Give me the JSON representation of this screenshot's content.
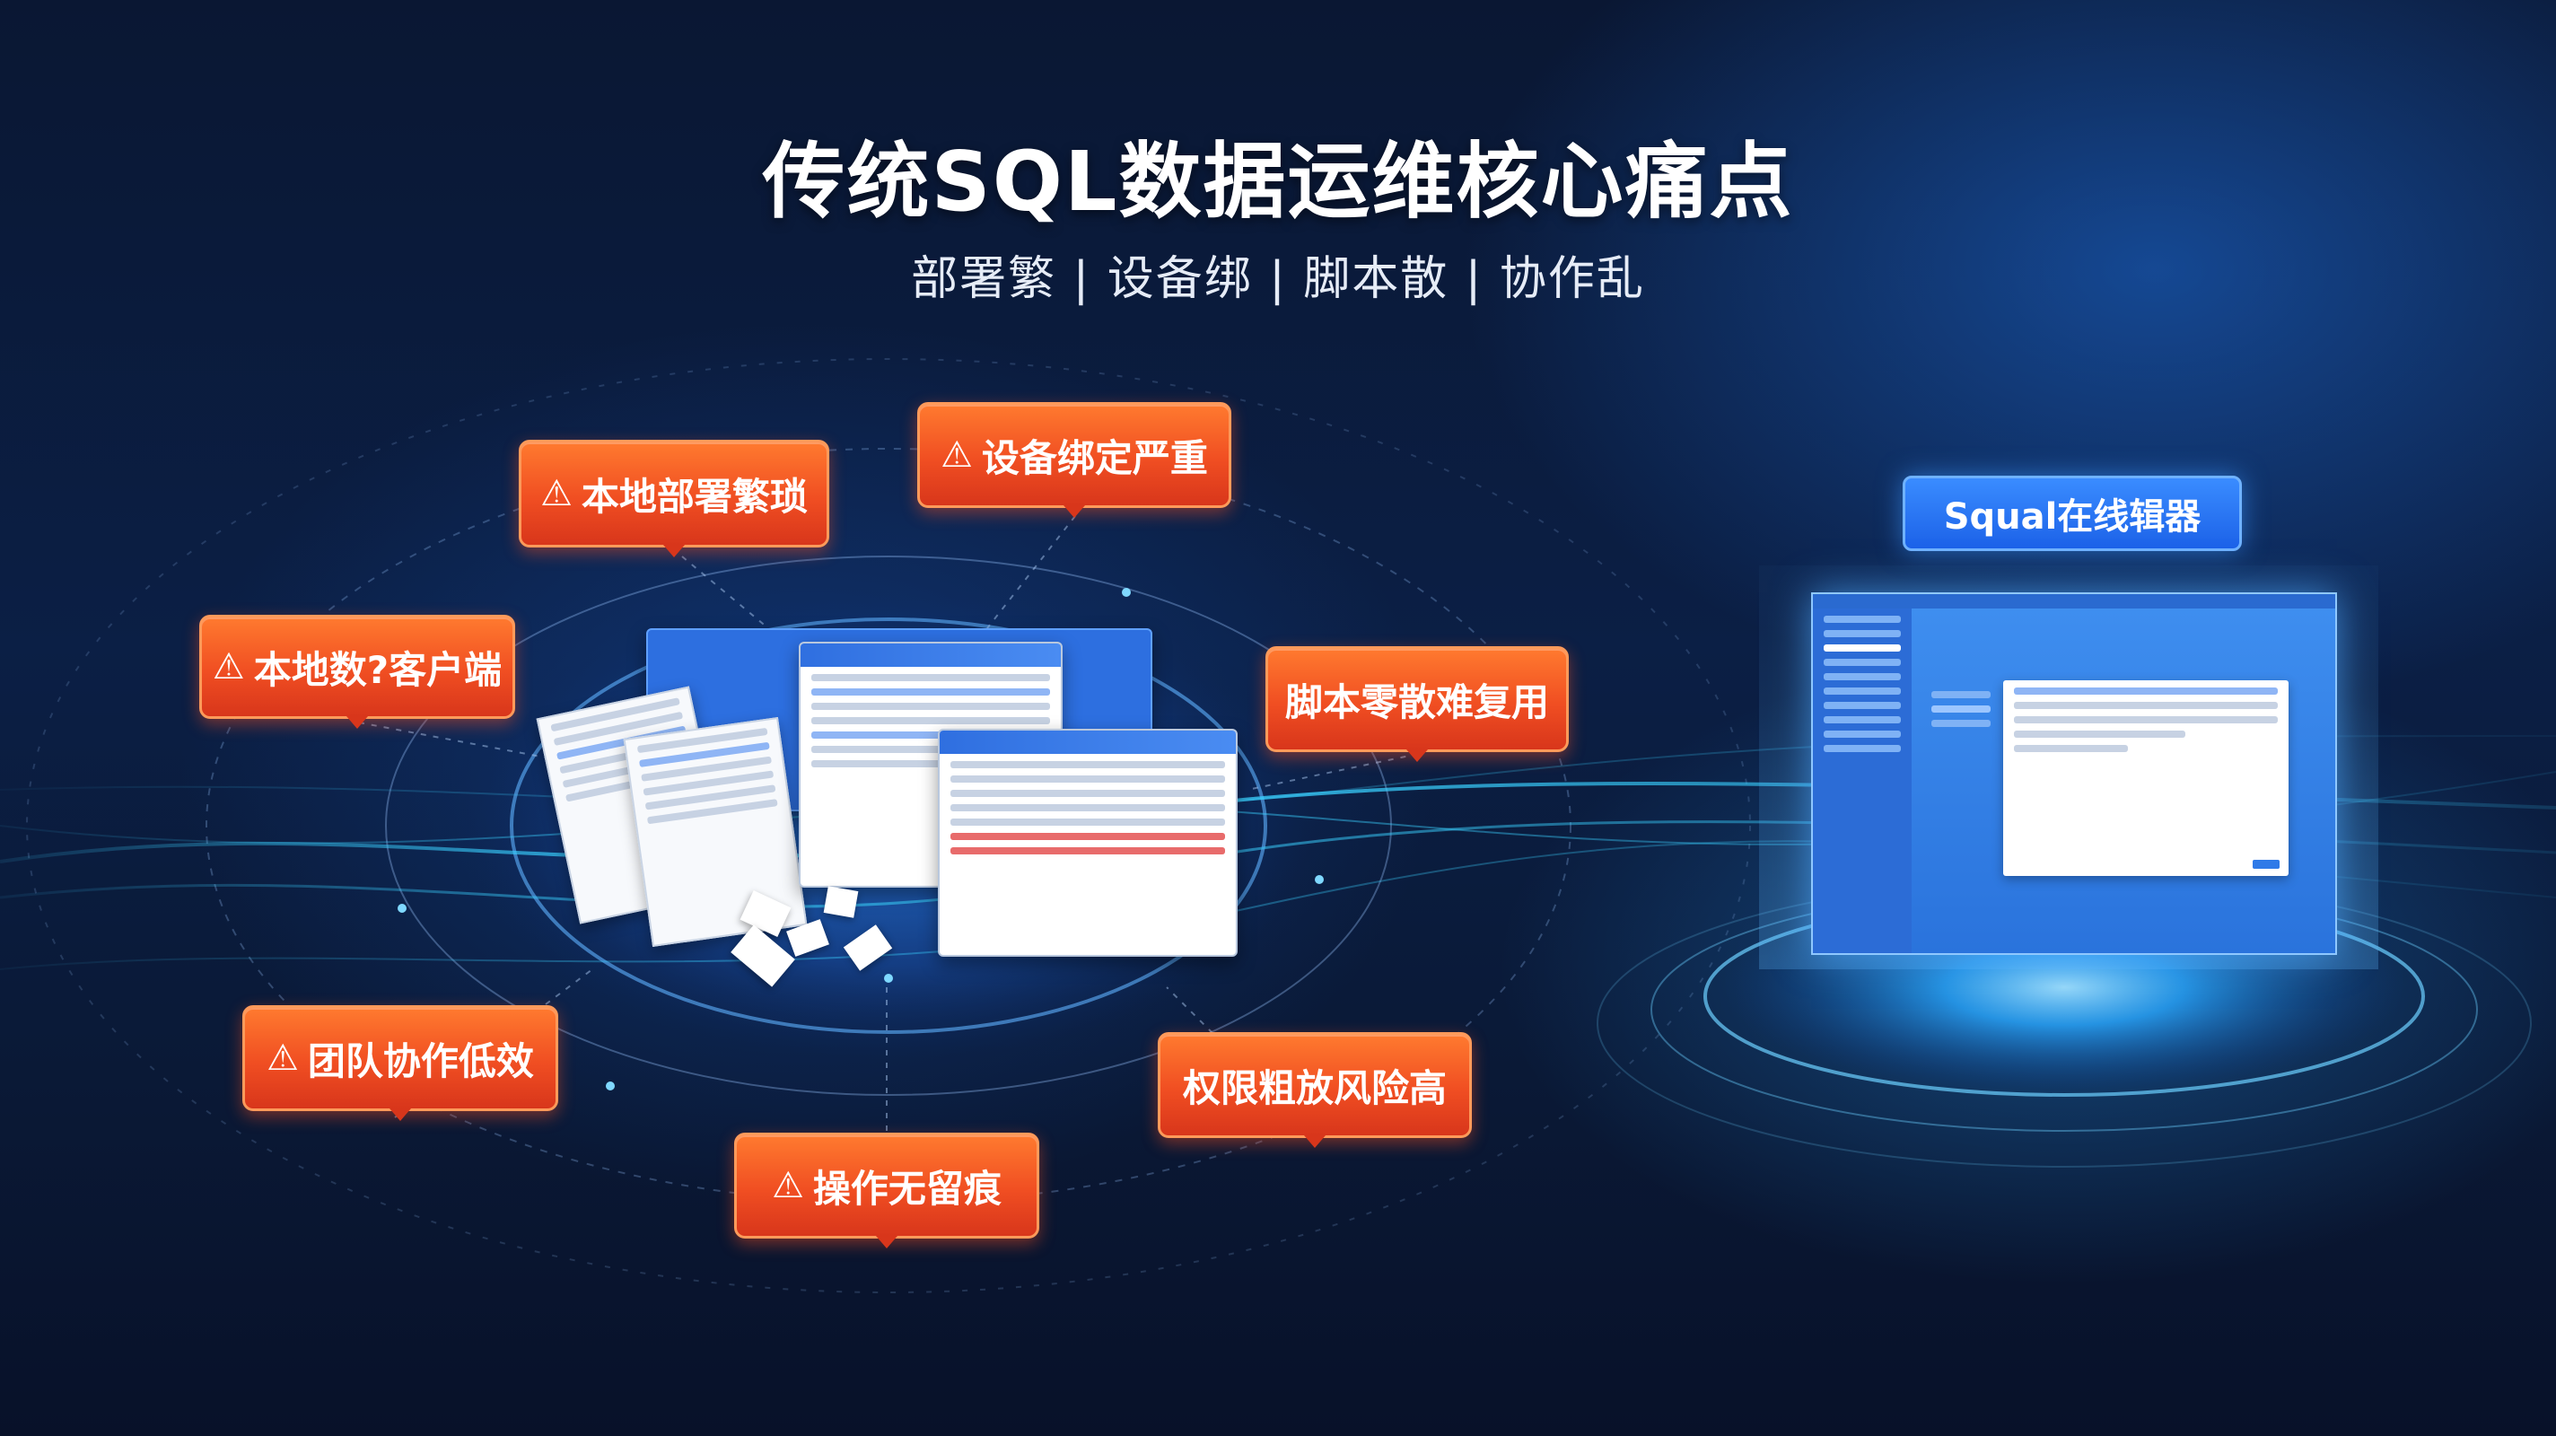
{
  "title": "传统SQL数据运维核心痛点",
  "subtitle": "部署繁 | 设备绑 | 脚本散 | 协作乱",
  "warning_icon": "warning-triangle-icon",
  "colors": {
    "accent_orange": "#f04e22",
    "accent_blue": "#1c62e8",
    "background": "#0a1733"
  },
  "pain_points": {
    "local_deploy": "本地部署繁琐",
    "device_binding": "设备绑定严重",
    "local_client": "本地数?客户端",
    "scripts": "脚本零散难复用",
    "team": "团队协作低效",
    "permissions": "权限粗放风险高",
    "no_trace": "操作无留痕"
  },
  "squal_label": "Squal在线辑器"
}
